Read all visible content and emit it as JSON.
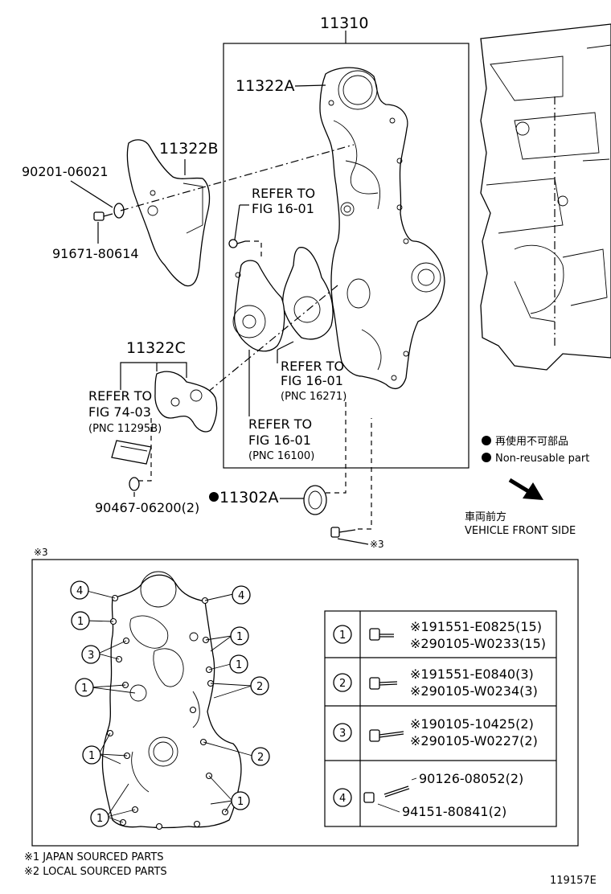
{
  "callouts": {
    "main_assembly": "11310",
    "cover_a": "11322A",
    "cover_b": "11322B",
    "cover_c": "11322C",
    "washer": "90201-06021",
    "bolt_b": "91671-80614",
    "seal_label": "11302A",
    "plug_label": "90467-06200(2)",
    "figure_id": "119157E"
  },
  "refers": {
    "r1": [
      "REFER TO",
      "FIG 16-01"
    ],
    "r2": [
      "REFER TO",
      "FIG 16-01",
      "(PNC 16271)"
    ],
    "r3": [
      "REFER TO",
      "FIG 16-01",
      "(PNC 16100)"
    ],
    "r4": [
      "REFER TO",
      "FIG 74-03",
      "(PNC 11295B)"
    ]
  },
  "legend": {
    "ja": "再使用不可部品",
    "en": "Non-reusable part"
  },
  "front": {
    "ja": "車両前方",
    "en": "VEHICLE FRONT SIDE"
  },
  "marks": {
    "ref3": "※3",
    "section": "※3"
  },
  "circle_nums": [
    "1",
    "2",
    "3",
    "4"
  ],
  "bolt_table": [
    {
      "num": "1",
      "lines": [
        "※191551-E0825(15)",
        "※290105-W0233(15)"
      ]
    },
    {
      "num": "2",
      "lines": [
        "※191551-E0840(3)",
        "※290105-W0234(3)"
      ]
    },
    {
      "num": "3",
      "lines": [
        "※190105-10425(2)",
        "※290105-W0227(2)"
      ]
    },
    {
      "num": "4",
      "lines": [
        "90126-08052(2)",
        "94151-80841(2)"
      ]
    }
  ],
  "footnotes": [
    "※1 JAPAN SOURCED PARTS",
    "※2 LOCAL SOURCED PARTS"
  ]
}
